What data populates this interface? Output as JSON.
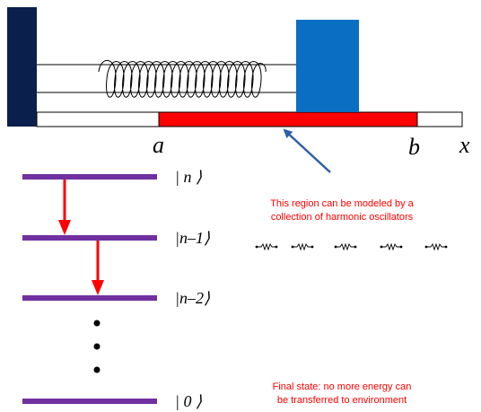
{
  "mechanics": {
    "labels": {
      "a": "a",
      "b": "b",
      "x": "x"
    }
  },
  "annotations": {
    "oscillators_line1": "This region can be modeled by a",
    "oscillators_line2": "collection of harmonic oscillators",
    "final_line1": "Final state: no more energy can",
    "final_line2": "be transferred to environment"
  },
  "levels": [
    {
      "label": "| n ⟩"
    },
    {
      "label": "|n–1⟩"
    },
    {
      "label": "|n–2⟩"
    },
    {
      "label": "| 0 ⟩"
    }
  ],
  "colors": {
    "wall": "#0b1f4d",
    "block": "#0a6fc2",
    "region": "#ff0000",
    "pointer_arrow": "#2e5fa8",
    "level_bar": "#7030a0",
    "transition_arrow": "#ff0000",
    "annotation_text": "#ff0000"
  }
}
